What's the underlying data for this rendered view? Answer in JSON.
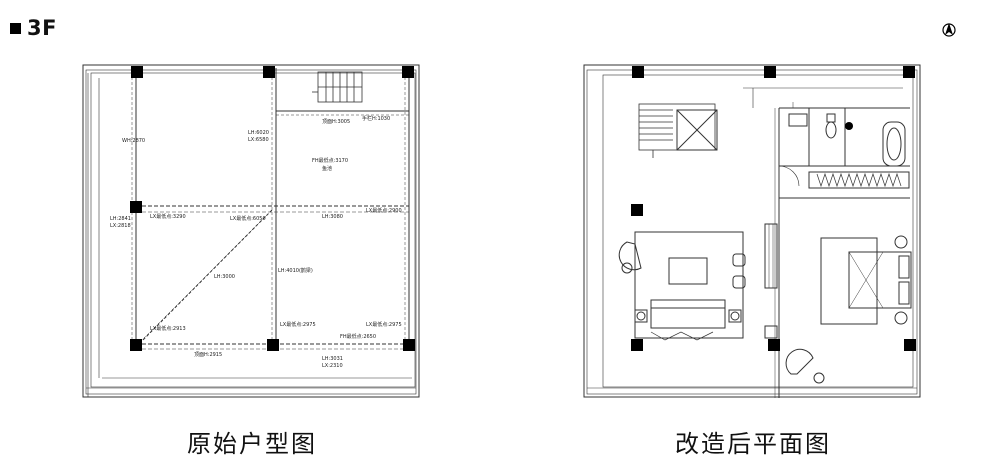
{
  "header": {
    "floor_label": "3F"
  },
  "plans": {
    "original": {
      "caption": "原始户型图",
      "annotations": [
        "WH:2870",
        "LH:2841",
        "LX:2818",
        "LX最低点:3290",
        "LH:6020",
        "LX:6580",
        "LX最低点:6050",
        "FH最低点:3170",
        "鱼池",
        "顶面H:3005",
        "手栏H:1030",
        "LX最低点:2900",
        "LH:3080",
        "LH:4010(鹊梁)",
        "LH:3000",
        "LX最低点:2913",
        "LX最低点:2975",
        "LX最低点:2975",
        "FH最低点:2650",
        "顶面H:2915",
        "LH:3031",
        "LX:2310"
      ]
    },
    "renovated": {
      "caption": "改造后平面图"
    }
  }
}
